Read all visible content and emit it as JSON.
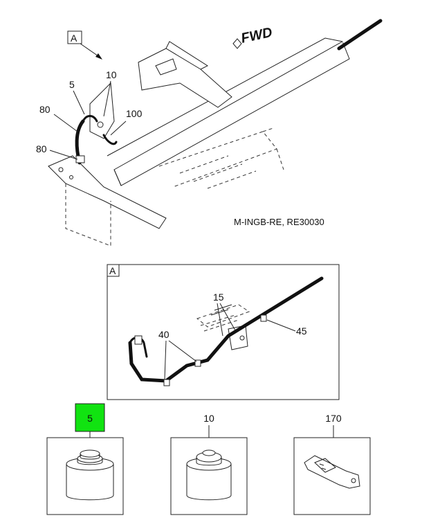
{
  "top_view": {
    "detail_callout": "A",
    "direction_label": "FWD",
    "reference": "M-INGB-RE, RE30030",
    "callouts": [
      "5",
      "10",
      "80",
      "100",
      "80"
    ]
  },
  "detail_view": {
    "label": "A",
    "callouts": [
      "15",
      "40",
      "45"
    ]
  },
  "parts": [
    {
      "number": "5",
      "highlighted": true,
      "image": "can-icon"
    },
    {
      "number": "10",
      "highlighted": false,
      "image": "can-icon"
    },
    {
      "number": "170",
      "highlighted": false,
      "image": "bracket-icon"
    }
  ],
  "colors": {
    "highlight": "#11e311",
    "line": "#222222"
  }
}
